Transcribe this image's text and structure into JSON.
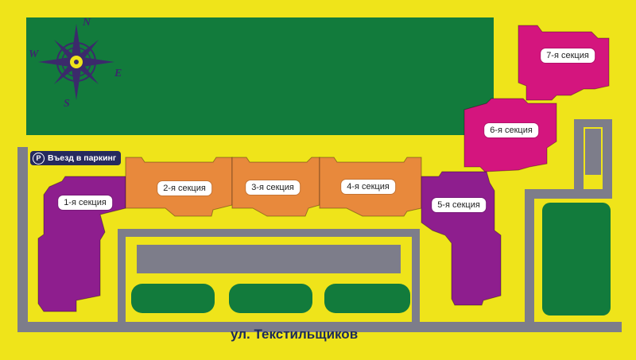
{
  "map": {
    "street_label": "ул. Текстильщиков",
    "parking_entrance": {
      "icon": "parking-icon",
      "sign": "P",
      "label": "Въезд в паркинг"
    },
    "compass": {
      "n": "N",
      "e": "E",
      "s": "S",
      "w": "W"
    },
    "sections": [
      {
        "label": "1-я секция",
        "color": "#8e1e8e"
      },
      {
        "label": "2-я секция",
        "color": "#e8893c"
      },
      {
        "label": "3-я секция",
        "color": "#e8893c"
      },
      {
        "label": "4-я секция",
        "color": "#e8893c"
      },
      {
        "label": "5-я секция",
        "color": "#8e1e8e"
      },
      {
        "label": "6-я секция",
        "color": "#d4157e"
      },
      {
        "label": "7-я секция",
        "color": "#d4157e"
      }
    ],
    "colors": {
      "background": "#efe41a",
      "green": "#127b3c",
      "road": "#7d7d8a",
      "street_text": "#1c2a5a"
    }
  }
}
